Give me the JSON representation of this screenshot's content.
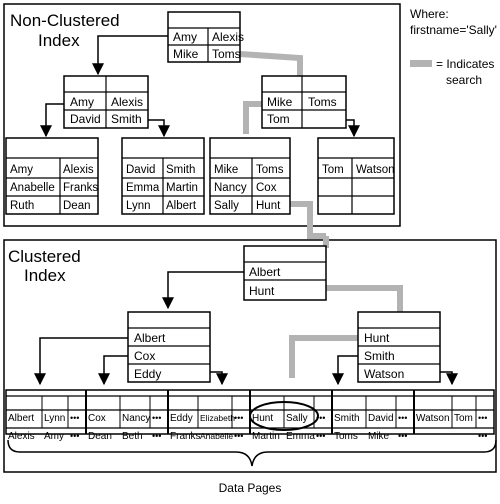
{
  "nonclustered": {
    "title_line1": "Non-Clustered",
    "title_line2": "Index",
    "root": {
      "r1c1": "Amy",
      "r1c2": "Alexis",
      "r2c1": "Mike",
      "r2c2": "Toms"
    },
    "left_node": {
      "r1c1": "Amy",
      "r1c2": "Alexis",
      "r2c1": "David",
      "r2c2": "Smith"
    },
    "right_node": {
      "r1c1": "Mike",
      "r1c2": "Toms",
      "r2c1": "Tom",
      "r2c2": ""
    },
    "leaf1": {
      "r1c1": "Amy",
      "r1c2": "Alexis",
      "r2c1": "Anabelle",
      "r2c2": "Franks",
      "r3c1": "Ruth",
      "r3c2": "Dean"
    },
    "leaf2": {
      "r1c1": "David",
      "r1c2": "Smith",
      "r2c1": "Emma",
      "r2c2": "Martin",
      "r3c1": "Lynn",
      "r3c2": "Albert"
    },
    "leaf3": {
      "r1c1": "Mike",
      "r1c2": "Toms",
      "r2c1": "Nancy",
      "r2c2": "Cox",
      "r3c1": "Sally",
      "r3c2": "Hunt"
    },
    "leaf4": {
      "r1c1": "Tom",
      "r1c2": "Watson"
    }
  },
  "legend": {
    "where_line1": "Where:",
    "where_line2": "firstname='Sally'",
    "indicates_line1": "= Indicates",
    "indicates_line2": "search",
    "search_color": "#b3b3b3"
  },
  "clustered": {
    "title_line1": "Clustered",
    "title_line2": "Index",
    "root": {
      "r1": "Albert",
      "r2": "Hunt"
    },
    "left_node": {
      "r1": "Albert",
      "r2": "Cox",
      "r3": "Eddy"
    },
    "right_node": {
      "r1": "Hunt",
      "r2": "Smith",
      "r3": "Watson"
    },
    "pages": [
      {
        "r1c1": "Albert",
        "r1c2": "Lynn",
        "r2c1": "Alexis",
        "r2c2": "Amy"
      },
      {
        "r1c1": "Cox",
        "r1c2": "Nancy",
        "r2c1": "Dean",
        "r2c2": "Beth"
      },
      {
        "r1c1": "Eddy",
        "r1c2": "Elizabeth",
        "r2c1": "Franks",
        "r2c2": "Anabelle"
      },
      {
        "r1c1": "Hunt",
        "r1c2": "Sally",
        "r2c1": "Martin",
        "r2c2": "Emma"
      },
      {
        "r1c1": "Smith",
        "r1c2": "David",
        "r2c1": "Toms",
        "r2c2": "Mike"
      },
      {
        "r1c1": "Watson",
        "r1c2": "Tom",
        "r2c1": "",
        "r2c2": ""
      }
    ],
    "ellipsis": "•••",
    "data_pages_label": "Data Pages"
  }
}
